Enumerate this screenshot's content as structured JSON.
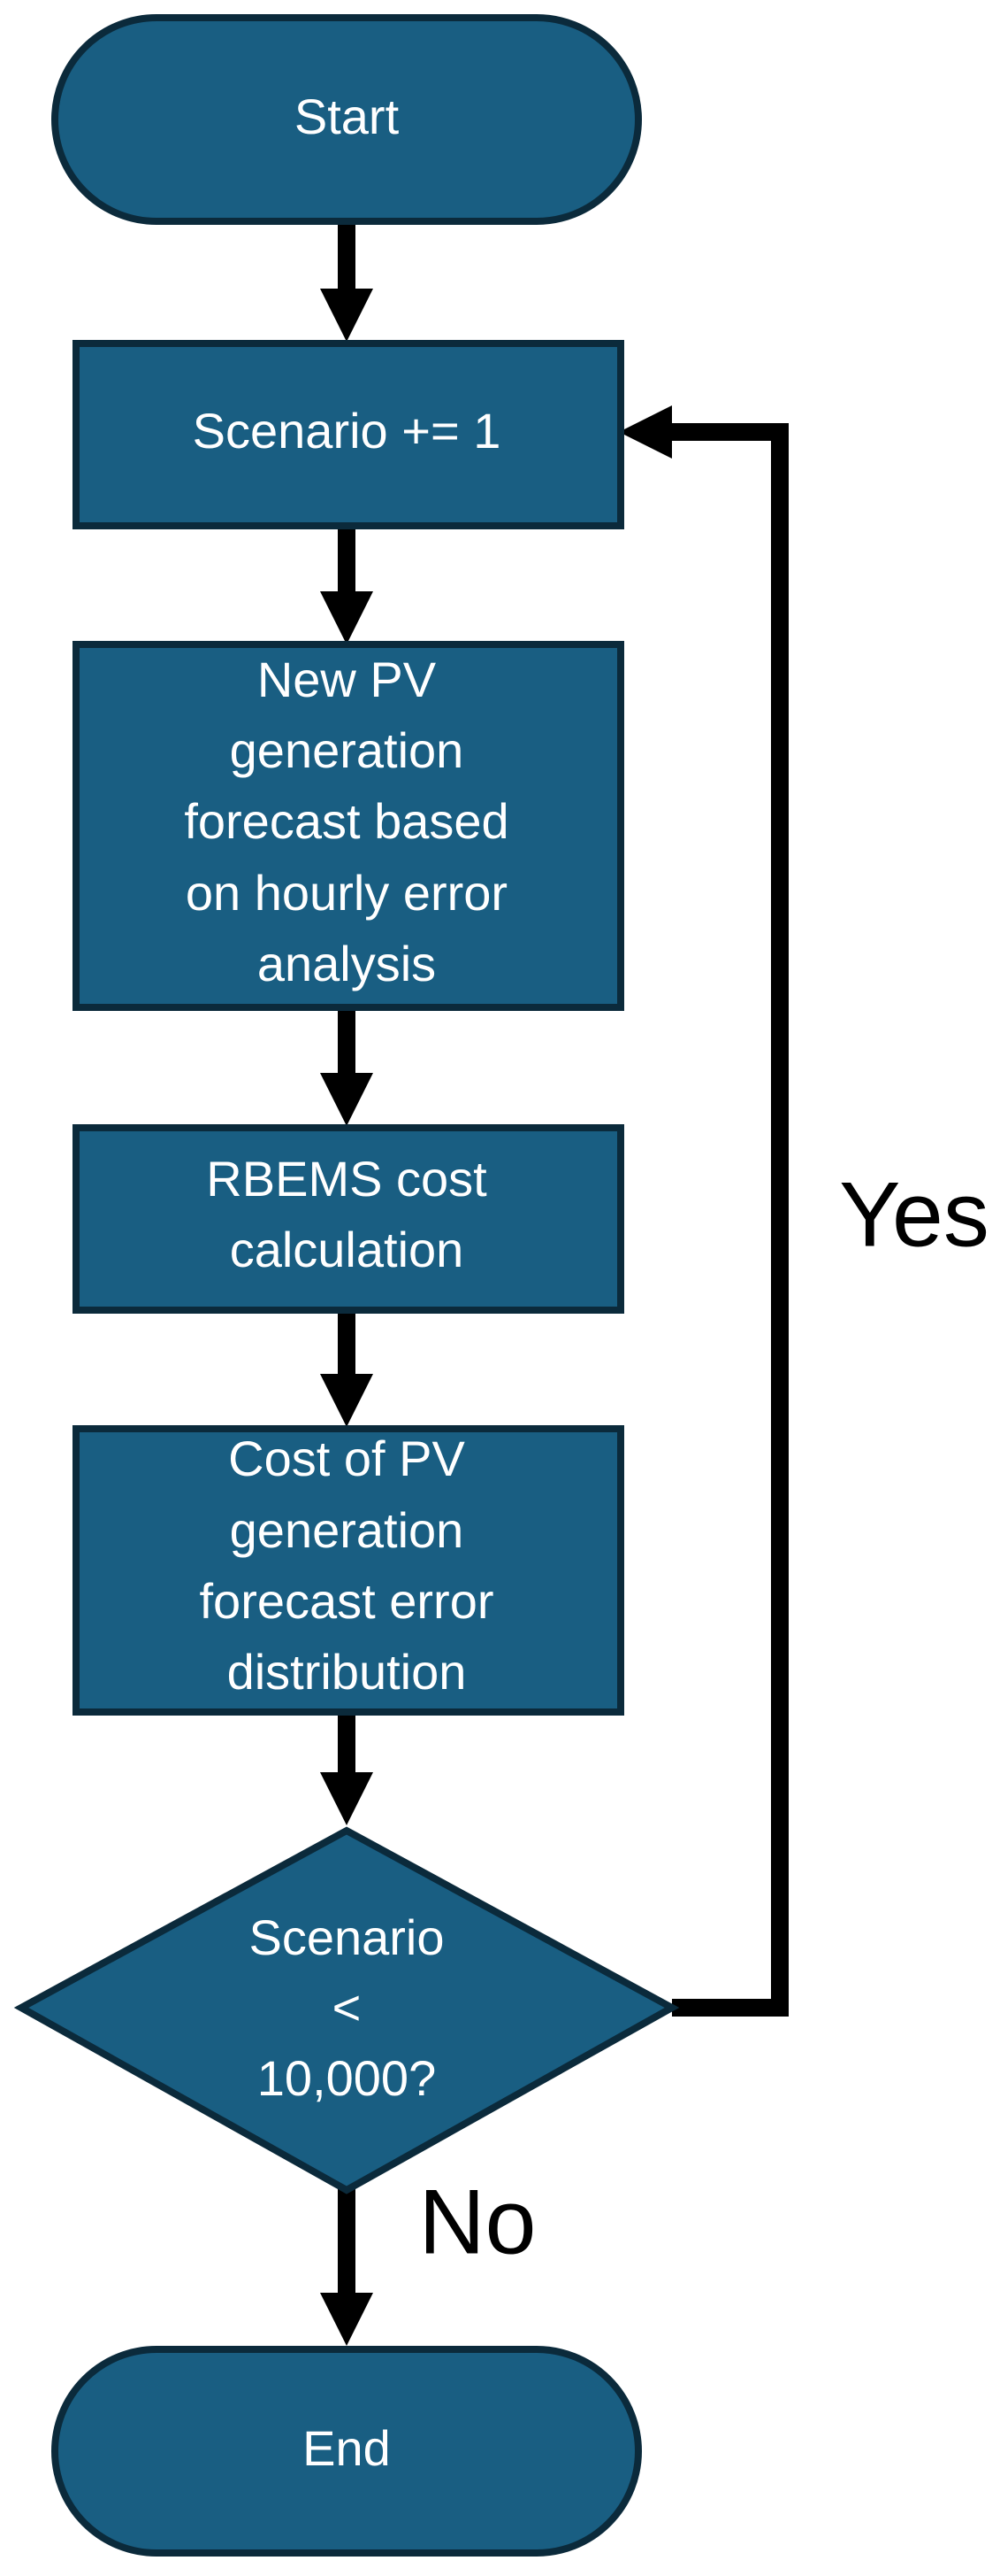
{
  "nodes": {
    "start": {
      "label": "Start"
    },
    "increment": {
      "label": "Scenario += 1"
    },
    "forecast": {
      "lines": [
        "New PV",
        "generation",
        "forecast based",
        "on hourly error",
        "analysis"
      ]
    },
    "rbems": {
      "lines": [
        "RBEMS cost",
        "calculation"
      ]
    },
    "distribution": {
      "lines": [
        "Cost of PV",
        "generation",
        "forecast error",
        "distribution"
      ]
    },
    "decision": {
      "lines": [
        "Scenario",
        "<",
        "10,000?"
      ]
    },
    "end": {
      "label": "End"
    }
  },
  "edges": {
    "yes_label": "Yes",
    "no_label": "No"
  },
  "colors": {
    "node_fill": "#195e82",
    "node_stroke": "#0b2a3b",
    "text": "#ffffff",
    "connector": "#000000"
  }
}
